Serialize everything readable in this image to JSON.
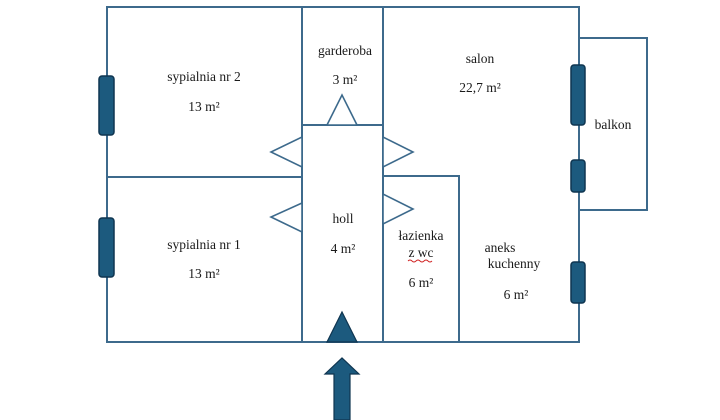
{
  "rooms": {
    "sypialnia2": {
      "name": "sypialnia nr 2",
      "area": "13 m²"
    },
    "garderoba": {
      "name": "garderoba",
      "area": "3 m²"
    },
    "salon": {
      "name": "salon",
      "area": "22,7 m²"
    },
    "balkon": {
      "name": "balkon"
    },
    "sypialnia1": {
      "name": "sypialnia nr 1",
      "area": "13 m²"
    },
    "holl": {
      "name": "holl",
      "area": "4 m²"
    },
    "lazienka": {
      "name_line1": "łazienka",
      "name_line2": "z wc",
      "area": "6 m²"
    },
    "aneks": {
      "name_line1": "aneks",
      "name_line2": "kuchenny",
      "area": "6 m²"
    }
  },
  "colors": {
    "wall": "#3d6a8c",
    "window": "#1c5a7e",
    "text": "#1a1a1a"
  }
}
